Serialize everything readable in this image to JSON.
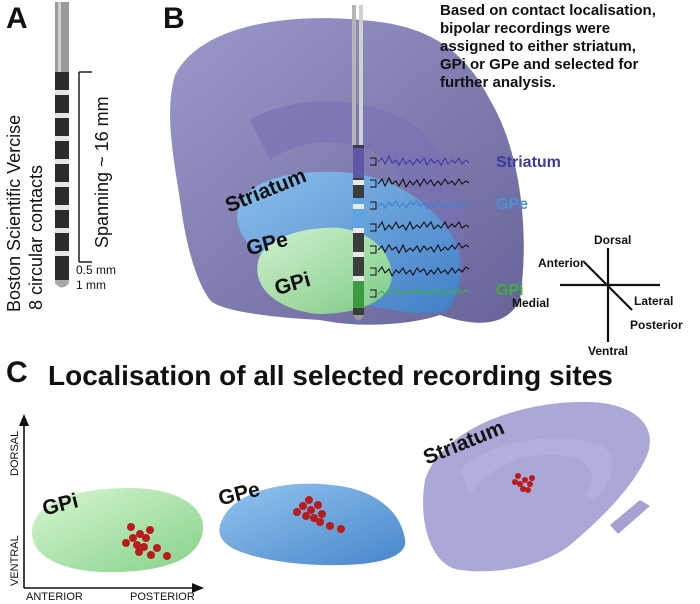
{
  "panels": {
    "a": {
      "letter": "A",
      "device_label": "Boston Scientific Vercise",
      "contacts_label": "8 circular contacts",
      "span_label": "Spanning ~ 16 mm",
      "gap_label": "0.5 mm",
      "contact_label": "1 mm"
    },
    "b": {
      "letter": "B",
      "note_lines": [
        "Based on contact localisation,",
        "bipolar recordings were",
        "assigned to either striatum,",
        "GPi  or GPe and selected for",
        "further analysis."
      ],
      "structure_labels": {
        "striatum": "Striatum",
        "gpe": "GPe",
        "gpi": "GPi"
      },
      "trace_labels": {
        "striatum": "Striatum",
        "gpe": "GPe",
        "gpi": "GPi"
      },
      "orientation": {
        "dorsal": "Dorsal",
        "ventral": "Ventral",
        "anterior": "Anterior",
        "posterior": "Posterior",
        "medial": "Medial",
        "lateral": "Lateral"
      }
    },
    "c": {
      "letter": "C",
      "title": "Localisation of all selected recording sites",
      "axis": {
        "dorsal": "DORSAL",
        "ventral": "VENTRAL",
        "anterior": "ANTERIOR",
        "posterior": "POSTERIOR"
      },
      "structures": {
        "gpi": "GPi",
        "gpe": "GPe",
        "striatum": "Striatum"
      }
    }
  },
  "colors": {
    "striatum": "#5a55a0",
    "gpe": "#4d8fd6",
    "gpi": "#3e9c3e",
    "site_dots": "#b81c1c",
    "trace": "#111111"
  }
}
